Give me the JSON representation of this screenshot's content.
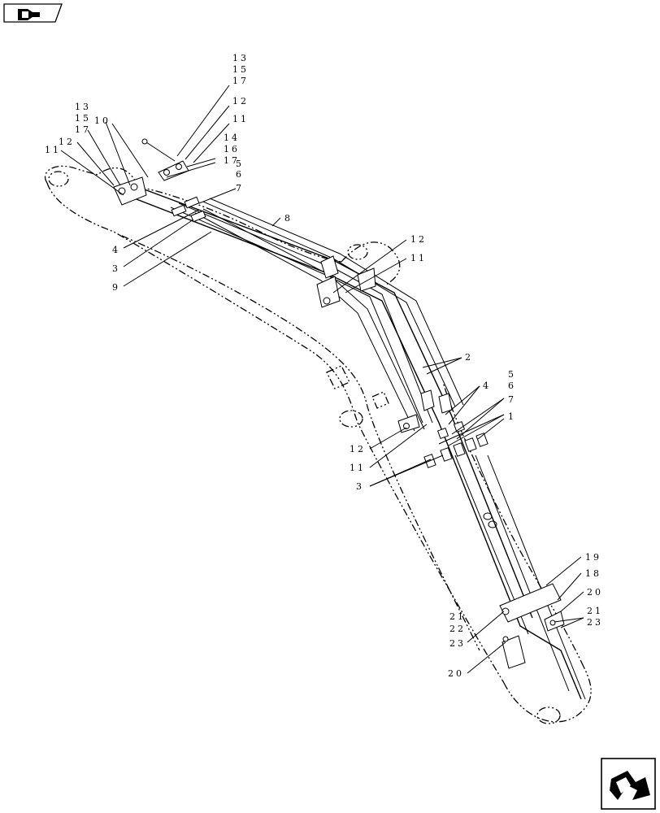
{
  "callouts": [
    {
      "text": "13"
    },
    {
      "text": "15"
    },
    {
      "text": "17"
    },
    {
      "text": "12"
    },
    {
      "text": "11"
    },
    {
      "text": "14"
    },
    {
      "text": "16"
    },
    {
      "text": "17"
    },
    {
      "text": "5"
    },
    {
      "text": "6"
    },
    {
      "text": "7"
    },
    {
      "text": "8"
    },
    {
      "text": "13"
    },
    {
      "text": "15"
    },
    {
      "text": "17"
    },
    {
      "text": "10"
    },
    {
      "text": "12"
    },
    {
      "text": "11"
    },
    {
      "text": "4"
    },
    {
      "text": "3"
    },
    {
      "text": "9"
    },
    {
      "text": "12"
    },
    {
      "text": "11"
    },
    {
      "text": "2"
    },
    {
      "text": "4"
    },
    {
      "text": "5"
    },
    {
      "text": "6"
    },
    {
      "text": "7"
    },
    {
      "text": "1"
    },
    {
      "text": "12"
    },
    {
      "text": "11"
    },
    {
      "text": "3"
    },
    {
      "text": "19"
    },
    {
      "text": "18"
    },
    {
      "text": "20"
    },
    {
      "text": "21"
    },
    {
      "text": "23"
    },
    {
      "text": "21"
    },
    {
      "text": "22"
    },
    {
      "text": "23"
    },
    {
      "text": "20"
    }
  ],
  "icons": {
    "top_left": "back-arrow-icon",
    "bottom_right": "next-arrow-icon"
  }
}
